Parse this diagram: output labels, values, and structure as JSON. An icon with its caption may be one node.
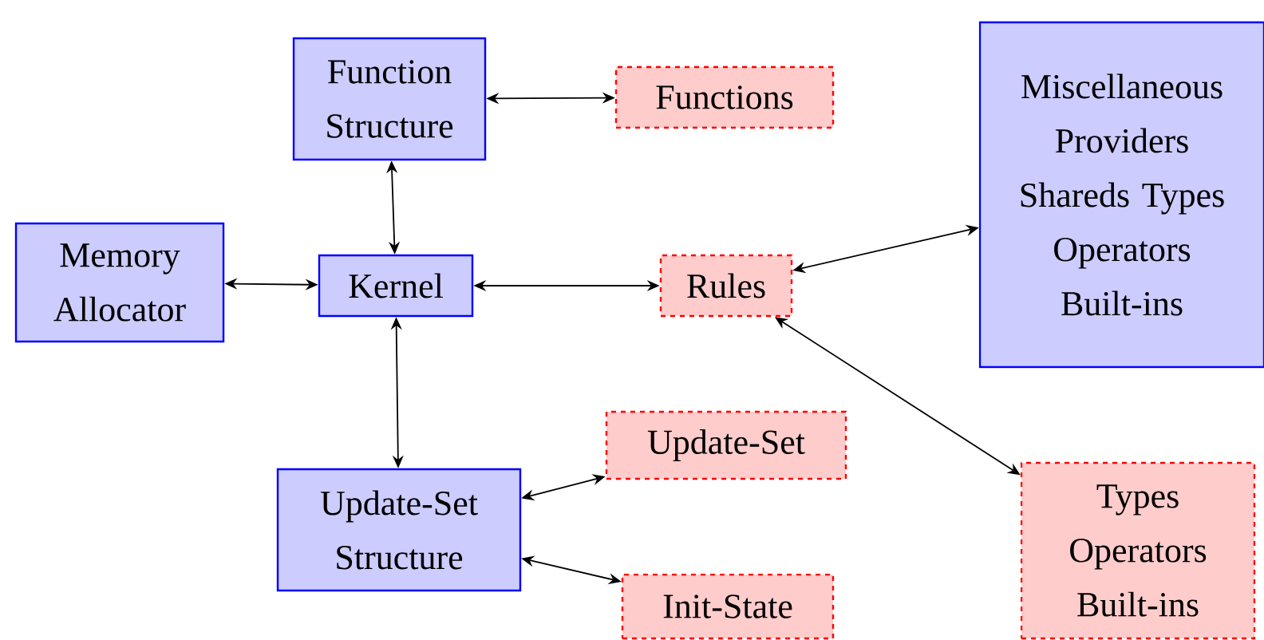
{
  "diagram": {
    "nodes": [
      {
        "text": [
          "Function Structure"
        ]
      },
      {
        "text": [
          "Functions"
        ]
      },
      {
        "text": [
          "Memory Allocator"
        ]
      },
      {
        "text": [
          "Kernel"
        ]
      },
      {
        "text": [
          "Rules"
        ]
      },
      {
        "text": [
          "Miscellaneous Providers Shareds Types Operators Built-ins"
        ]
      },
      {
        "text": [
          "Update-Set Structure"
        ]
      },
      {
        "text": [
          "Update-Set"
        ]
      },
      {
        "text": [
          "Init-State"
        ]
      },
      {
        "text": [
          "Types Operators Built-ins"
        ]
      }
    ],
    "edges": [
      {
        "from": 0,
        "to": 1,
        "arrow": "both"
      },
      {
        "from": 0,
        "to": 3,
        "arrow": "both"
      },
      {
        "from": 2,
        "to": 3,
        "arrow": "both"
      },
      {
        "from": 3,
        "to": 4,
        "arrow": "both"
      },
      {
        "from": 4,
        "to": 5,
        "arrow": "both"
      },
      {
        "from": 4,
        "to": 9,
        "arrow": "both"
      },
      {
        "from": 3,
        "to": 6,
        "arrow": "both"
      },
      {
        "from": 6,
        "to": 7,
        "arrow": "both"
      },
      {
        "from": 6,
        "to": 8,
        "arrow": "both"
      }
    ]
  }
}
